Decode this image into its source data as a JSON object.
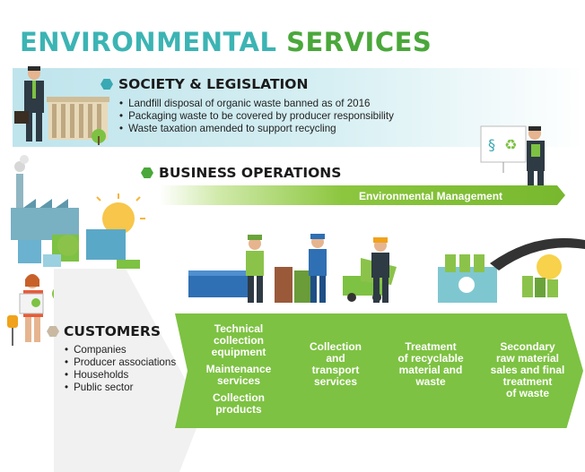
{
  "title": {
    "part1": "ENVIRONMENTAL",
    "part2": "SERVICES"
  },
  "society": {
    "title": "SOCIETY & LEGISLATION",
    "items": [
      "Landfill disposal of organic waste banned as of 2016",
      "Packaging waste to be covered by producer responsibility",
      "Waste taxation amended to support recycling"
    ]
  },
  "business": {
    "title": "BUSINESS OPERATIONS",
    "env_label": "Environmental Management"
  },
  "customers": {
    "title": "CUSTOMERS",
    "items": [
      "Companies",
      "Producer associations",
      "Households",
      "Public sector"
    ]
  },
  "steps": [
    {
      "lines": [
        "Technical",
        "collection",
        "equipment"
      ],
      "lines2": [
        "Maintenance",
        "services"
      ],
      "lines3": [
        "Collection",
        "products"
      ]
    },
    {
      "lines": [
        "Collection",
        "and",
        "transport",
        "services"
      ]
    },
    {
      "lines": [
        "Treatment",
        "of recyclable",
        "material and",
        "waste"
      ]
    },
    {
      "lines": [
        "Secondary",
        "raw material",
        "sales and final",
        "treatment",
        "of waste"
      ]
    }
  ],
  "colors": {
    "teal": "#3cb4b4",
    "green": "#7dc242",
    "dark_green": "#4aa83a",
    "hex_teal": "#39a9b3",
    "hex_grey": "#c9b9a3"
  },
  "sign_symbols": {
    "section": "§",
    "recycle": "♻"
  }
}
